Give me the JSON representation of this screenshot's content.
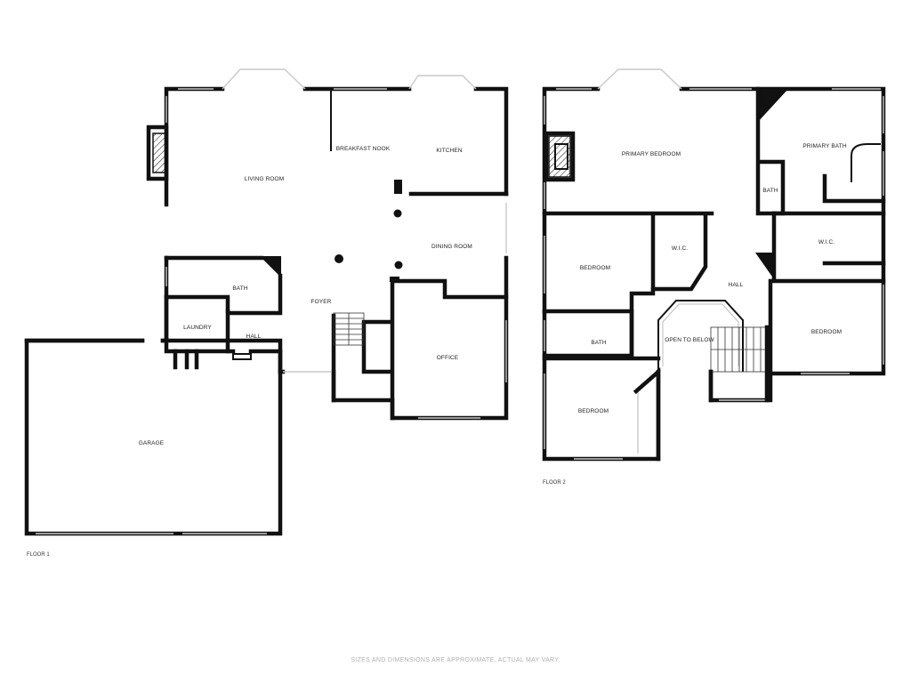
{
  "floors": {
    "floor1": {
      "label": "FLOOR 1",
      "rooms": {
        "living_room": "LIVING ROOM",
        "breakfast_nook": "BREAKFAST NOOK",
        "kitchen": "KITCHEN",
        "dining_room": "DINING ROOM",
        "bath": "BATH",
        "laundry": "LAUNDRY",
        "hall": "HALL",
        "foyer": "FOYER",
        "office": "OFFICE",
        "garage": "GARAGE"
      }
    },
    "floor2": {
      "label": "FLOOR 2",
      "rooms": {
        "primary_bedroom": "PRIMARY BEDROOM",
        "primary_bath": "PRIMARY BATH",
        "bath_upper": "BATH",
        "wic_upper": "W.I.C.",
        "wic_right": "W.I.C.",
        "bedroom_left": "BEDROOM",
        "hall": "HALL",
        "bath_lower": "BATH",
        "open_to_below": "OPEN TO BELOW",
        "bedroom_right": "BEDROOM",
        "bedroom_bottom": "BEDROOM"
      }
    }
  },
  "footer": {
    "disclaimer": "SIZES AND DIMENSIONS ARE APPROXIMATE, ACTUAL MAY VARY."
  },
  "colors": {
    "wall": "#111111",
    "window": "#c9c9c9",
    "background": "#ffffff",
    "disclaimer_text": "#b0b0b0"
  }
}
